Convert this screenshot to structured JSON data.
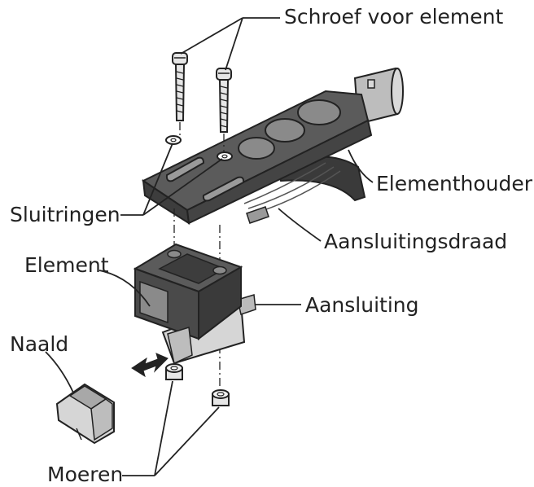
{
  "labels": {
    "screw": "Schroef voor element",
    "headshell": "Elementhouder",
    "washers": "Sluitringen",
    "lead_wire": "Aansluitingsdraad",
    "cartridge": "Element",
    "terminal": "Aansluiting",
    "stylus": "Naald",
    "nuts": "Moeren"
  },
  "colors": {
    "outline": "#222222",
    "dark_part": "#4a4a4a",
    "mid_part": "#7a7a7a",
    "light_part": "#c8c8c8",
    "body_part": "#d9d9d9"
  }
}
